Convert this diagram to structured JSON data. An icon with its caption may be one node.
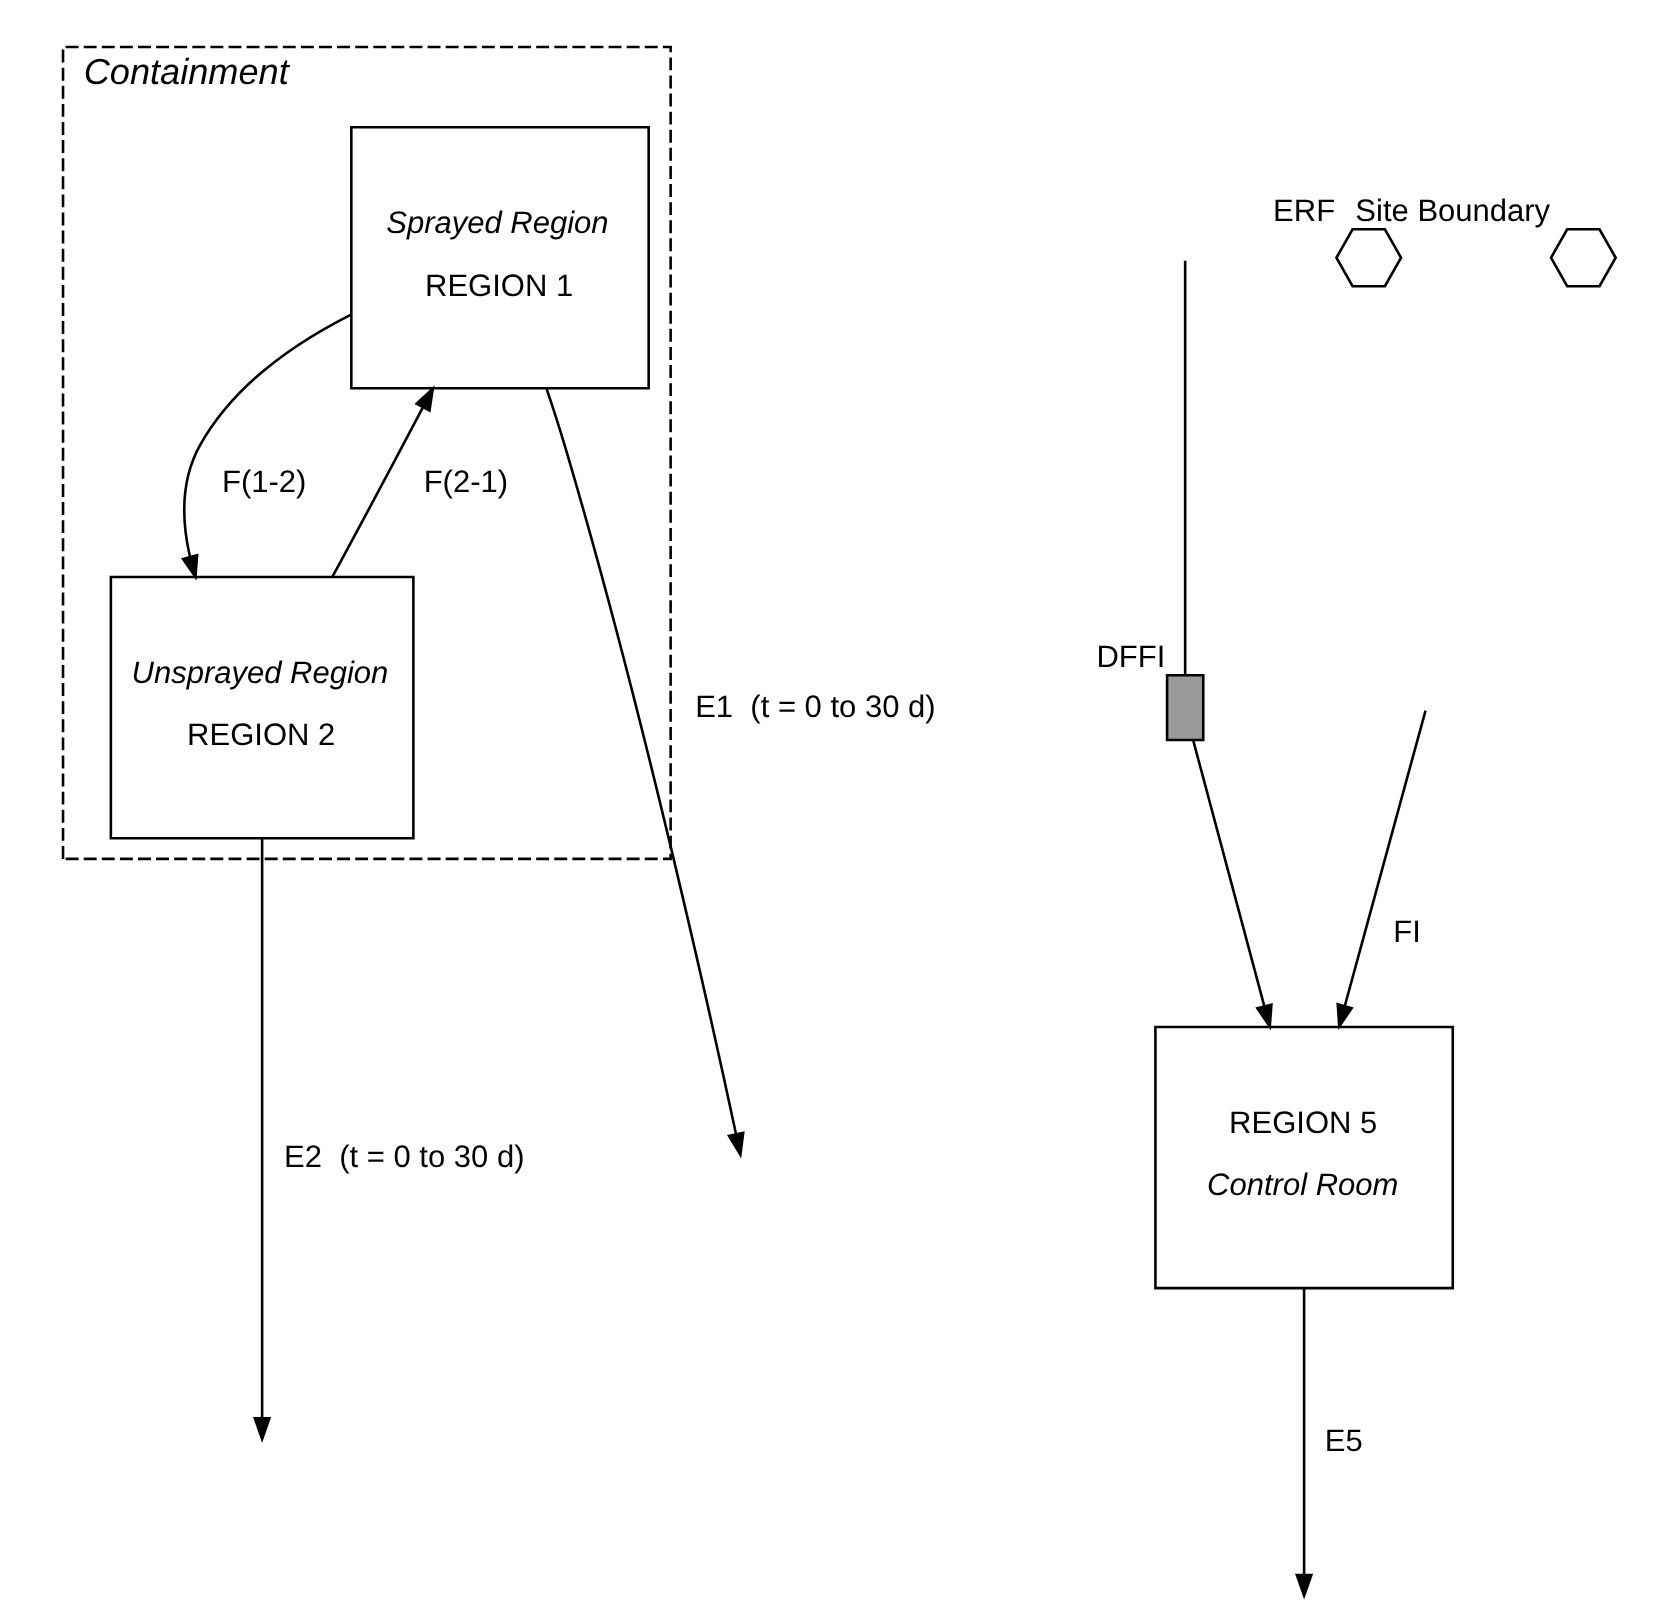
{
  "diagram": {
    "nodes": [
      {
        "text": [
          "Containment"
        ]
      },
      {
        "text": [
          "Sprayed Region",
          "REGION 1"
        ],
        "in": 0
      },
      {
        "text": [
          "Unsprayed Region",
          "REGION 2"
        ],
        "in": 0
      },
      {
        "text": [
          "REGION 5",
          "Control Room"
        ]
      },
      {
        "text": [],
        "shape": "box",
        "beside": [
          "DFFI"
        ]
      },
      {
        "text": [],
        "shape": "hexagon",
        "beside": [
          "ERF"
        ]
      },
      {
        "text": [],
        "shape": "hexagon",
        "beside": [
          "Site Boundary"
        ]
      }
    ],
    "edges": [
      {
        "from": 1,
        "to": null,
        "arrow": "to",
        "label": "E1  (t = 0 to 30 d)"
      },
      {
        "from": 2,
        "to": 1,
        "arrow": "to",
        "label": "F(2-1)"
      },
      {
        "from": 1,
        "to": 2,
        "arrow": "to",
        "label": "F(1-2)"
      },
      {
        "from": 2,
        "to": null,
        "arrow": "to",
        "label": "E2  (t = 0 to 30 d)"
      },
      {
        "from": null,
        "to": 4,
        "arrow": "none"
      },
      {
        "from": 4,
        "to": 3,
        "arrow": "to"
      },
      {
        "from": null,
        "to": 3,
        "arrow": "to",
        "label": "FI"
      },
      {
        "from": 3,
        "to": null,
        "arrow": "to",
        "label": "E5"
      }
    ]
  }
}
